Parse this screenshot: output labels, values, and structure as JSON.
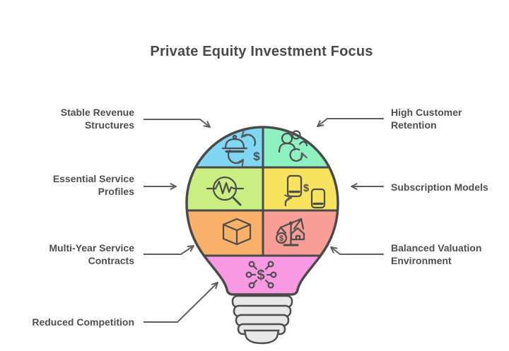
{
  "title": "Private Equity Investment Focus",
  "glyphs": {
    "dollar": "$"
  },
  "labels": {
    "stable_revenue": "Stable Revenue Structures",
    "high_customer_retention": "High Customer Retention",
    "essential_service": "Essential Service Profiles",
    "subscription_models": "Subscription Models",
    "multi_year_contracts": "Multi-Year Service Contracts",
    "balanced_valuation": "Balanced Valuation Environment",
    "reduced_competition": "Reduced Competition"
  },
  "icons": {
    "stable_revenue": "dish-dollar-cycle-icon",
    "high_customer_retention": "users-refresh-icon",
    "essential_service": "pulse-magnifier-icon",
    "subscription_models": "devices-dollar-exchange-icon",
    "multi_year_contracts": "cube-icon",
    "balanced_valuation": "balance-scale-icon",
    "reduced_competition": "dollar-network-icon"
  },
  "colors": {
    "background": "#ffffff",
    "outline": "#4a4a4a",
    "label_text": "#4f4f4f",
    "arrow": "#5f5f5f",
    "bulb_base": "#e8e8e8",
    "segments": {
      "stable_revenue": "#80d7f4",
      "high_customer_retention": "#8df1c1",
      "essential_service": "#cbee82",
      "subscription_models": "#f8e35e",
      "multi_year_contracts": "#f9b169",
      "balanced_valuation": "#f99d97",
      "reduced_competition": "#fa99e3"
    }
  }
}
